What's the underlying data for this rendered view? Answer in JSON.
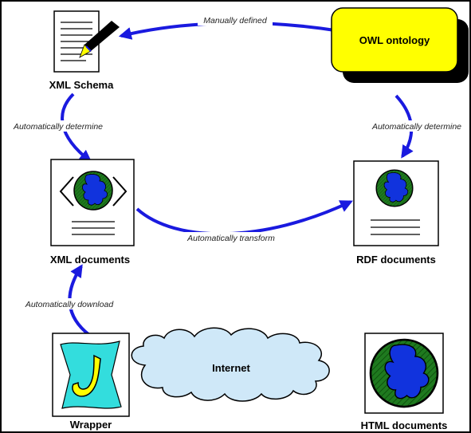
{
  "nodes": {
    "owl": "OWL ontology",
    "xml_schema": "XML Schema",
    "xml_documents": "XML documents",
    "rdf_documents": "RDF documents",
    "wrapper": "Wrapper",
    "html_documents": "HTML documents",
    "internet": "Internet"
  },
  "edges": {
    "manual": "Manually defined",
    "auto_determine_left": "Automatically determine",
    "auto_determine_right": "Automatically determine",
    "auto_transform": "Automatically transform",
    "auto_download": "Automatically download"
  },
  "colors": {
    "arrow": "#1a1adf",
    "owl_fill": "#ffff00",
    "globe_water": "#1f7a1f",
    "globe_land": "#1133dd",
    "cloud_fill": "#cfe8f8",
    "wrapper_fill": "#33dddd",
    "wrapper_glyph": "#ffff00"
  },
  "icons": {
    "xml_schema": "pen-on-document-icon",
    "xml_documents": "xml-globe-document-icon",
    "rdf_documents": "globe-document-icon",
    "wrapper": "wrapper-icon",
    "html_documents": "globe-icon",
    "internet": "cloud-icon"
  }
}
